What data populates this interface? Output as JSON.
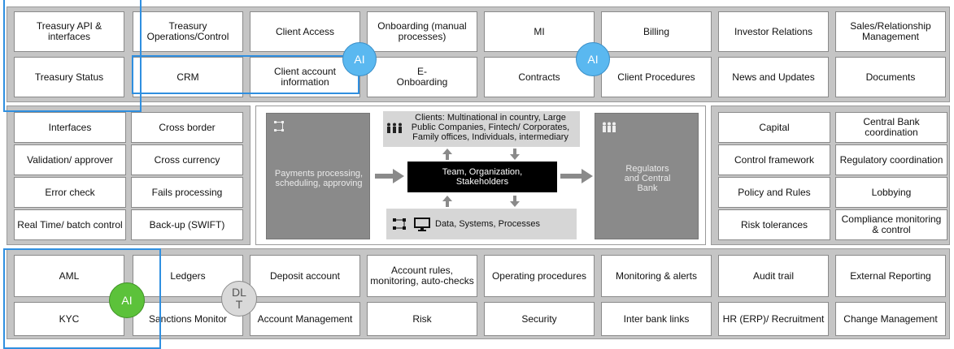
{
  "top": {
    "row1": [
      "Treasury API & interfaces",
      "Treasury Operations/Control",
      "Client Access",
      "Onboarding (manual processes)",
      "MI",
      "Billing",
      "Investor Relations",
      "Sales/Relationship Management"
    ],
    "row2": [
      "Treasury Status",
      "CRM",
      "Client account information",
      "E-\nOnboarding",
      "Contracts",
      "Client Procedures",
      "News and Updates",
      "Documents"
    ]
  },
  "middle": {
    "left": [
      [
        "Interfaces",
        "Cross border"
      ],
      [
        "Validation/ approver",
        "Cross currency"
      ],
      [
        "Error check",
        "Fails processing"
      ],
      [
        "Real Time/ batch control",
        "Back-up (SWIFT)"
      ]
    ],
    "right": [
      [
        "Capital",
        "Central Bank coordination"
      ],
      [
        "Control framework",
        "Regulatory coordination"
      ],
      [
        "Policy and Rules",
        "Lobbying"
      ],
      [
        "Risk tolerances",
        "Compliance monitoring & control"
      ]
    ],
    "center": {
      "payments": "Payments processing, scheduling, approving",
      "clients": "Clients: Multinational in country, Large Public Companies, Fintech/ Corporates, Family offices, Individuals, intermediary",
      "team": "Team, Organization, Stakeholders",
      "data": "Data, Systems, Processes",
      "regulators": "Regulators and Central Bank"
    }
  },
  "bottom": {
    "row1": [
      "AML",
      "Ledgers",
      "Deposit account",
      "Account rules, monitoring, auto-checks",
      "Operating procedures",
      "Monitoring & alerts",
      "Audit trail",
      "External Reporting"
    ],
    "row2": [
      "KYC",
      "Sanctions Monitor",
      "Account Management",
      "Risk",
      "Security",
      "Inter bank links",
      "HR (ERP)/ Recruitment",
      "Change Management"
    ]
  },
  "badges": {
    "ai": "AI",
    "dlt": "DL\nT"
  },
  "colors": {
    "highlight": "#2f8fe0",
    "ai_blue": "#5ab8f0",
    "ai_green": "#5cc23a",
    "band": "#c5c5c5"
  }
}
